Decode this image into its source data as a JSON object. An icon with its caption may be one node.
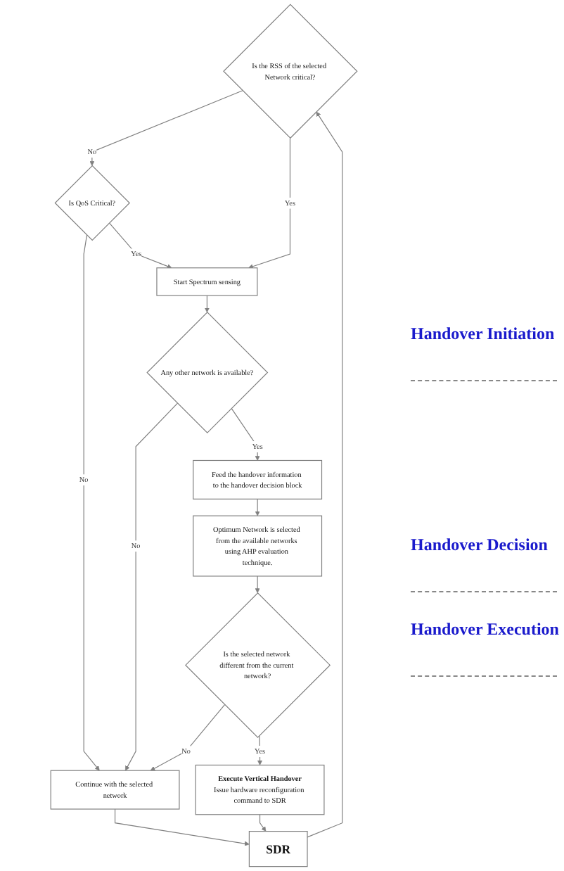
{
  "diagram": {
    "nodes": [
      {
        "text": [
          "Is the RSS of the selected Network critical?"
        ]
      },
      {
        "text": [
          "Is QoS Critical?"
        ]
      },
      {
        "text": [
          "Continue with the selected network"
        ]
      },
      {
        "text": [
          "Start Spectrum sensing"
        ]
      },
      {
        "text": [
          "Any other network is available?"
        ]
      },
      {
        "text": [
          "Feed the handover information to the handover decision block"
        ]
      },
      {
        "text": [
          "Optimum Network is selected from the available networks using AHP evaluation technique."
        ]
      },
      {
        "text": [
          "Is the selected network different from the current network?"
        ]
      },
      {
        "text": [
          "Execute Vertical Handover",
          "Issue hardware reconfiguration command to SDR"
        ]
      },
      {
        "text": [
          "SDR"
        ]
      }
    ],
    "edges": [
      {
        "from": 0,
        "to": 1,
        "arrow": "to",
        "label": "No"
      },
      {
        "from": 1,
        "to": 2,
        "arrow": "to",
        "label": "No"
      },
      {
        "from": 1,
        "to": 3,
        "arrow": "to",
        "label": "Yes"
      },
      {
        "from": 0,
        "to": 3,
        "arrow": "to",
        "label": "Yes"
      },
      {
        "from": 3,
        "to": 4,
        "arrow": "to"
      },
      {
        "from": 4,
        "to": 2,
        "arrow": "to",
        "label": "No"
      },
      {
        "from": 4,
        "to": 5,
        "arrow": "to",
        "label": "Yes"
      },
      {
        "from": 5,
        "to": 6,
        "arrow": "to"
      },
      {
        "from": 6,
        "to": 7,
        "arrow": "to"
      },
      {
        "from": 7,
        "to": 2,
        "arrow": "to",
        "label": "No"
      },
      {
        "from": 7,
        "to": 8,
        "arrow": "to",
        "label": "Yes"
      },
      {
        "from": 8,
        "to": 9,
        "arrow": "to"
      },
      {
        "from": 2,
        "to": 9,
        "arrow": "to"
      },
      {
        "from": 9,
        "to": 0,
        "arrow": "to"
      }
    ],
    "labels": [
      "Handover Initiation",
      "Handover Decision",
      "Handover Execution"
    ]
  }
}
